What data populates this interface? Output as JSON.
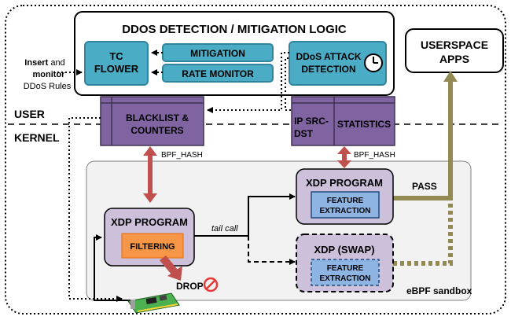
{
  "diagram": {
    "title": "DDOS DETECTION / MITIGATION LOGIC",
    "zones": {
      "user": "USER",
      "kernel": "KERNEL",
      "sandbox": "eBPF sandbox"
    },
    "blocks": {
      "tc_flower": [
        "TC",
        "FLOWER"
      ],
      "mitigation": "MITIGATION",
      "rate_monitor": "RATE MONITOR",
      "attack_detection": [
        "DDoS ATTACK",
        "DETECTION"
      ],
      "userspace_apps": [
        "USERSPACE",
        "APPS"
      ],
      "blacklist": [
        "BLACKLIST &",
        "COUNTERS"
      ],
      "ip_src_dst": [
        "IP SRC-",
        "DST"
      ],
      "statistics": "STATISTICS",
      "xdp_main": "XDP PROGRAM",
      "filtering": "FILTERING",
      "xdp_program_right": "XDP PROGRAM",
      "feature_extraction": [
        "FEATURE",
        "EXTRACTION"
      ],
      "xdp_swap": "XDP (SWAP)",
      "feature_extraction_swap": [
        "FEATURE",
        "EXTRACTION"
      ]
    },
    "labels": {
      "insert_bold": "Insert",
      "insert_rest": " and",
      "monitor": "monitor",
      "ddos_rules": "DDoS Rules",
      "bpf_hash_left": "BPF_HASH",
      "bpf_hash_right": "BPF_HASH",
      "tail_call": "tail call",
      "pass": "PASS",
      "drop": "DROP"
    },
    "colors": {
      "teal_fill": "#4bacc6",
      "teal_stroke": "#31849b",
      "purple_fill": "#8064a2",
      "lavender_fill": "#ccc0da",
      "blue_fill": "#8eb4e3",
      "orange_fill": "#f79646",
      "red_arrow": "#c0504d",
      "olive": "#938953",
      "sandbox_fill": "#f2f2f2"
    }
  }
}
